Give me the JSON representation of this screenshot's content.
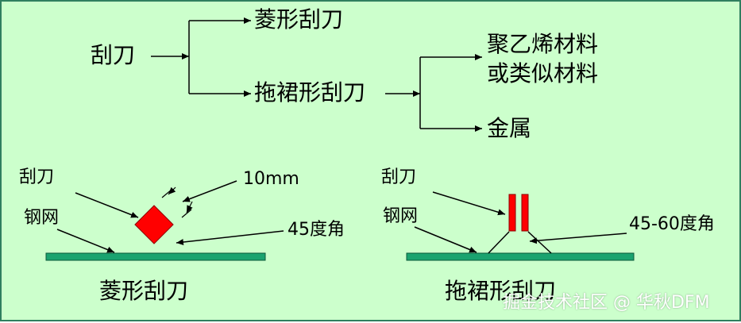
{
  "tree": {
    "root": "刮刀",
    "branch_a": "菱形刮刀",
    "branch_b": "拖裙形刮刀",
    "leaf_1_line1": "聚乙烯材料",
    "leaf_1_line2": "或类似材料",
    "leaf_2": "金属"
  },
  "left_figure": {
    "label_squeegee": "刮刀",
    "label_stencil": "钢网",
    "label_size": "10mm",
    "label_angle": "45度角",
    "caption": "菱形刮刀"
  },
  "right_figure": {
    "label_squeegee": "刮刀",
    "label_stencil": "钢网",
    "label_angle": "45-60度角",
    "caption": "拖裙形刮刀"
  },
  "watermark": "掘金技术社区 @ 华秋DFM",
  "colors": {
    "background": "#ccffcc",
    "border": "#2f7f5f",
    "stencil": "#1aa36f",
    "blade": "#ff0000"
  }
}
